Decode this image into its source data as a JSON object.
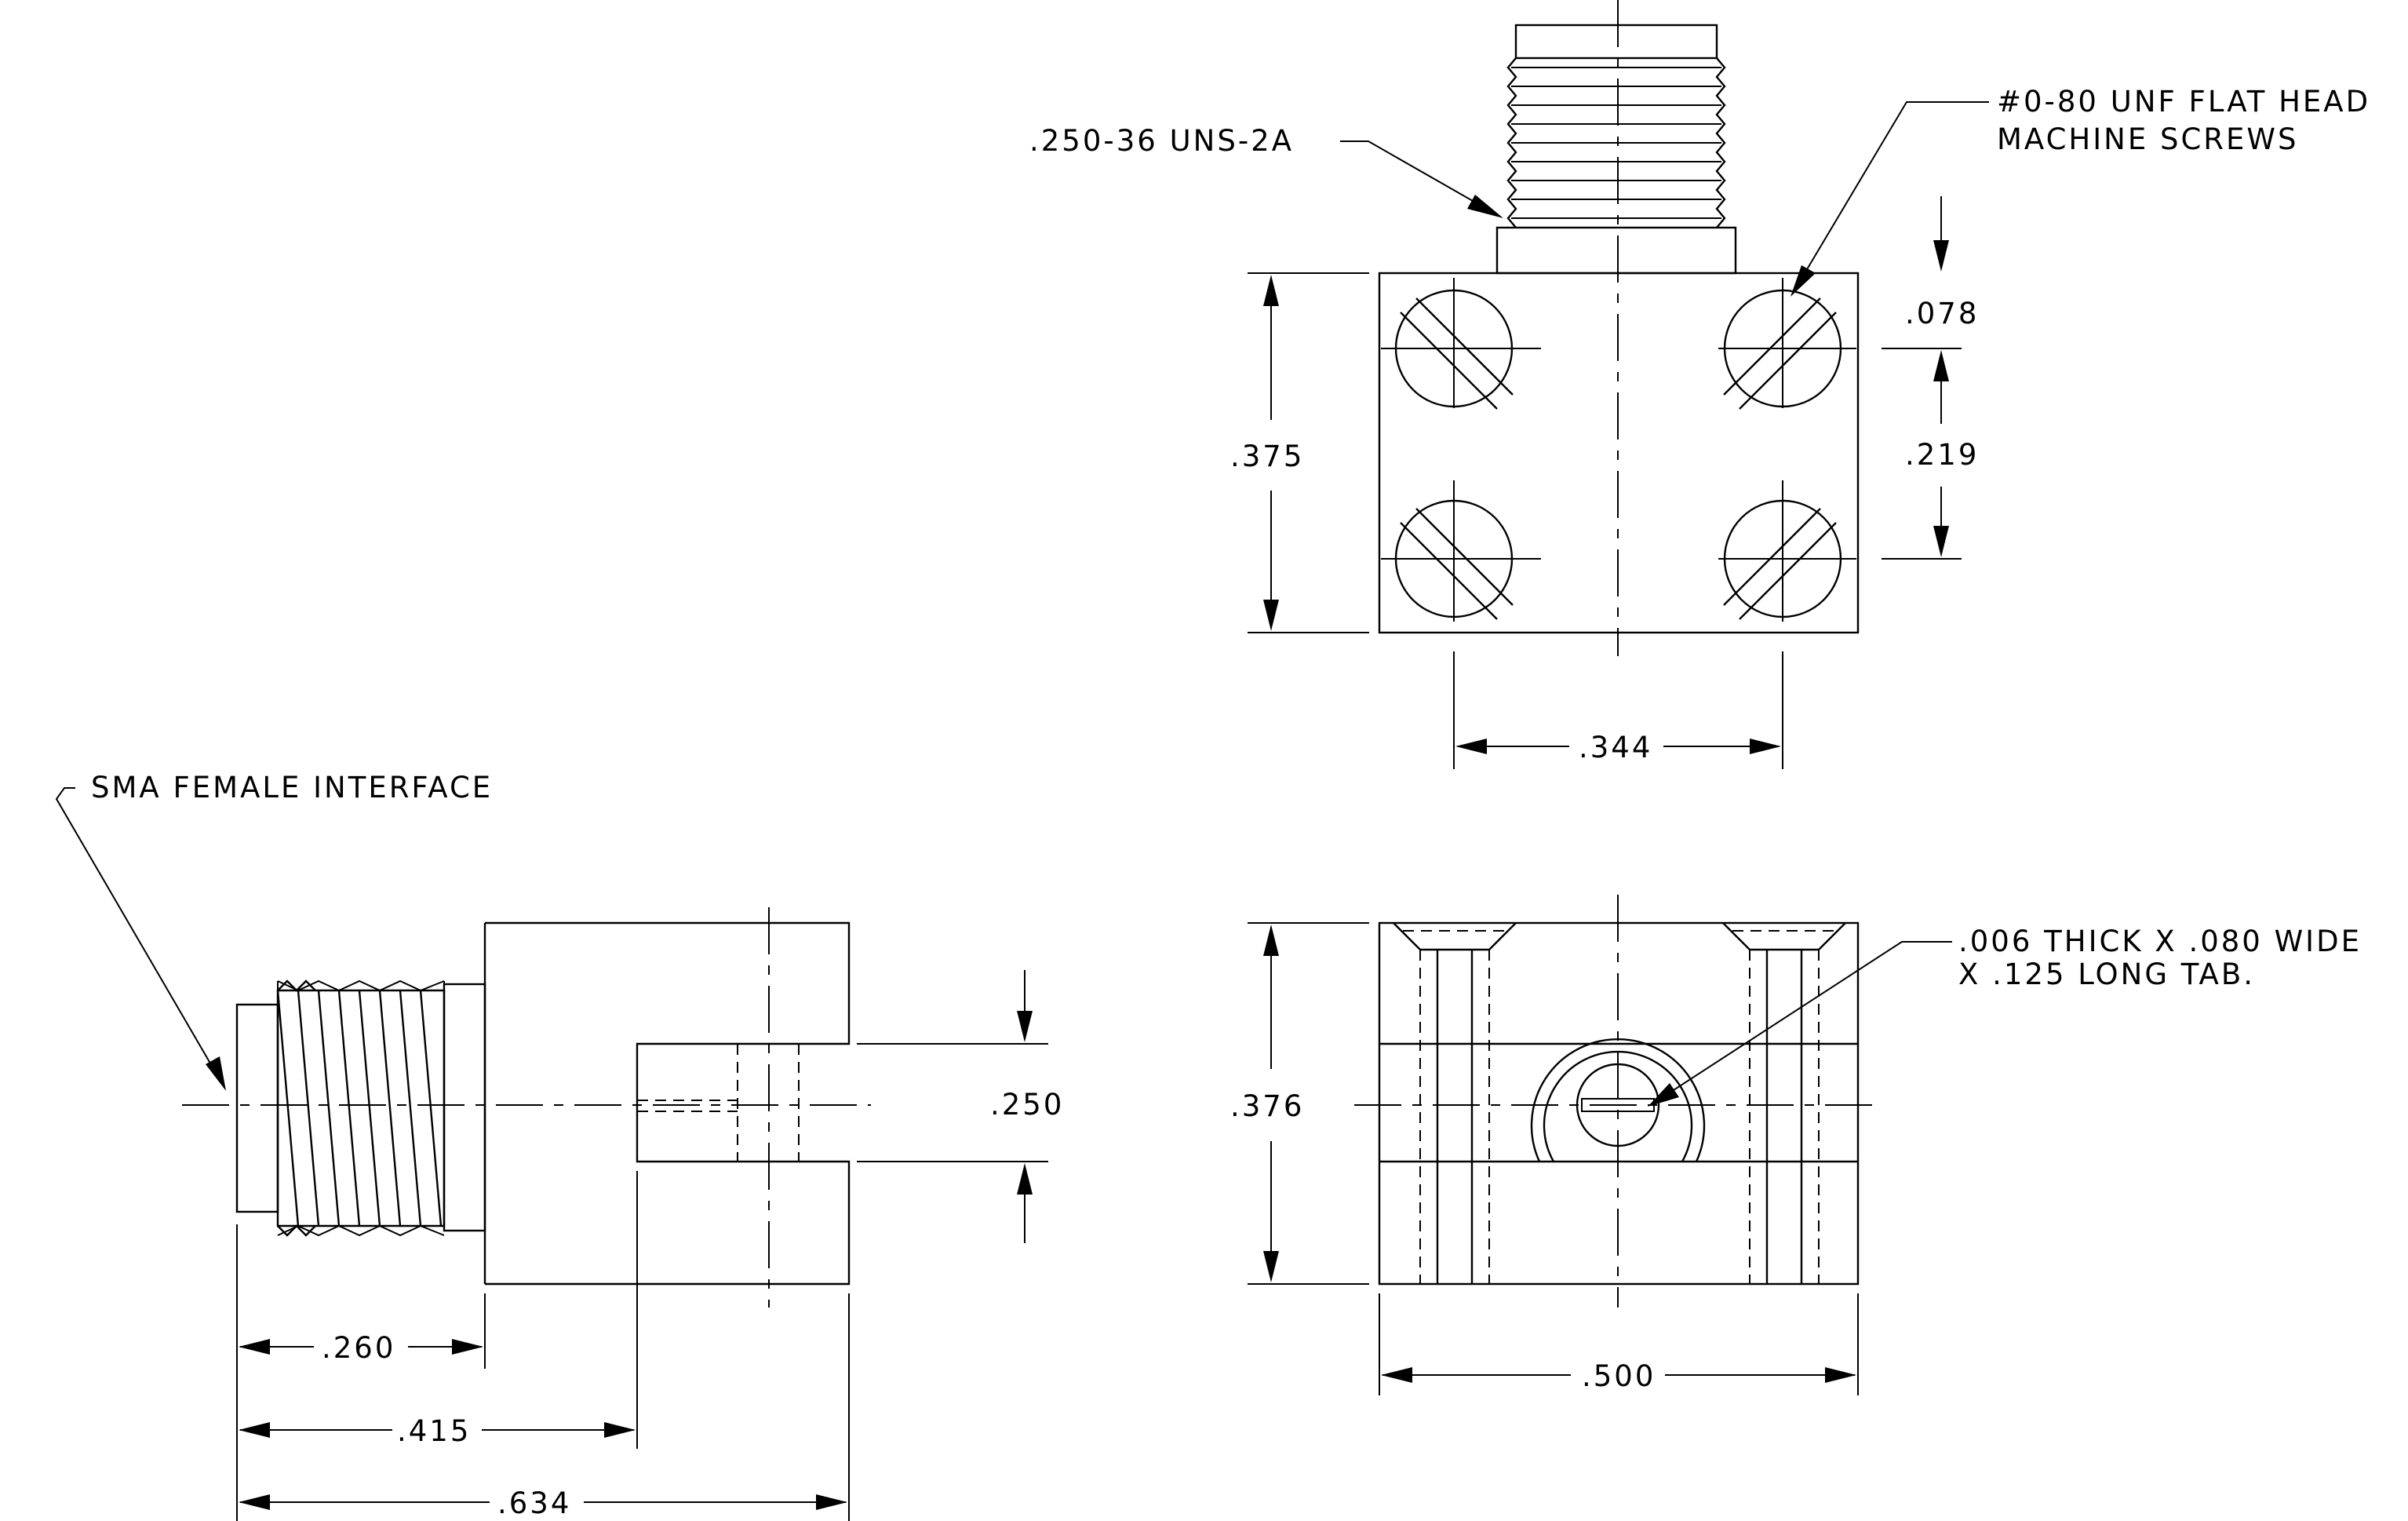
{
  "notes": {
    "thread": ".250-36 UNS-2A",
    "screws_line1": "#0-80 UNF FLAT HEAD",
    "screws_line2": "MACHINE SCREWS",
    "sma": "SMA FEMALE INTERFACE",
    "tab_line1": ".006 THICK X .080 WIDE",
    "tab_line2": "X .125 LONG TAB."
  },
  "dimensions": {
    "top_height": ".375",
    "top_offset": ".078",
    "top_spacing_v": ".219",
    "top_spacing_h": ".344",
    "side_height": ".250",
    "side_len_1": ".260",
    "side_len_2": ".415",
    "side_len_3": ".634",
    "front_height": ".376",
    "front_width": ".500"
  }
}
